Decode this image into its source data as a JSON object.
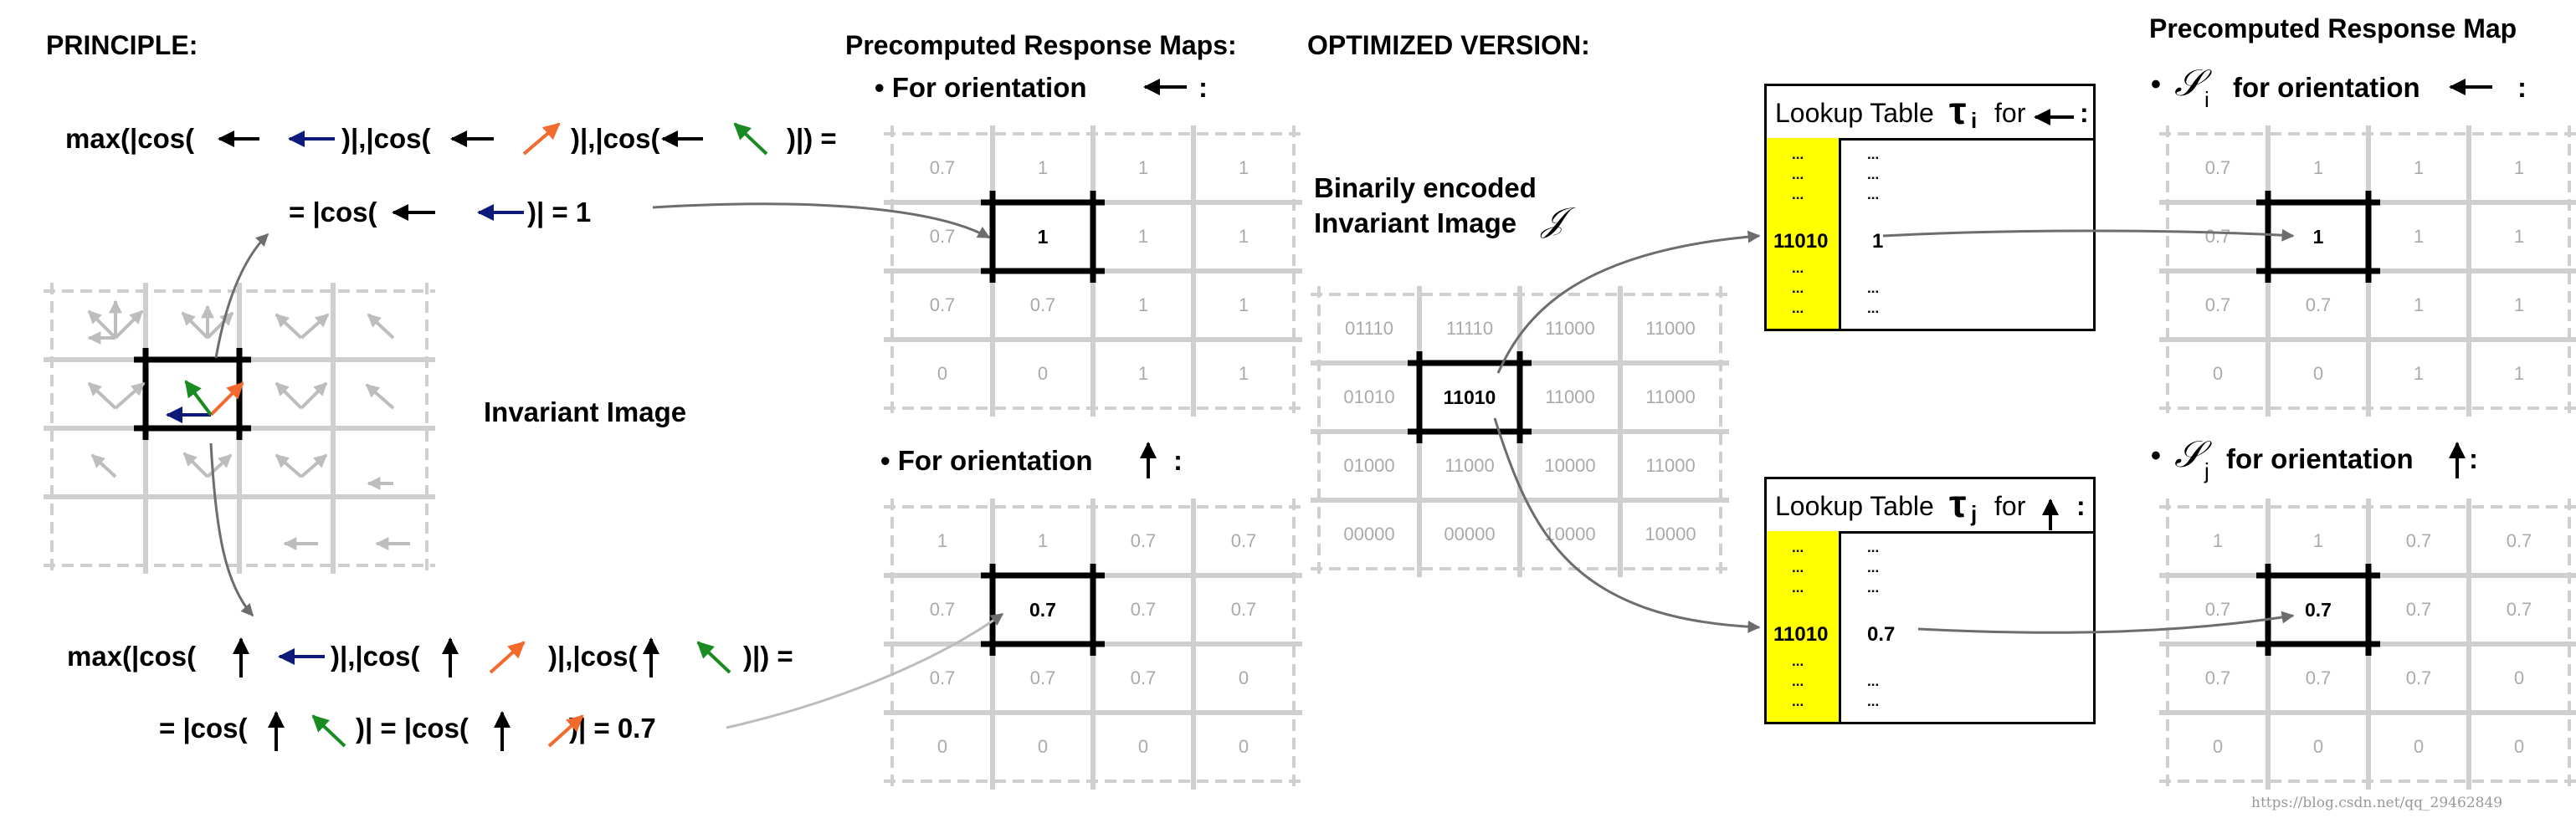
{
  "principle": {
    "title": "PRINCIPLE:",
    "formula1_prefix": "max(|cos(",
    "formula1_mid1": ")|,|cos(",
    "formula1_mid2": ")|,|cos(",
    "formula1_suffix": ")|) =",
    "result1_prefix": "= |cos(",
    "result1_suffix": ")| = 1",
    "invariant_label": "Invariant Image",
    "formula2_prefix": "max(|cos(",
    "formula2_mid1": ")|,|cos(",
    "formula2_mid2": ")|,|cos(",
    "formula2_suffix": ")|) =",
    "result2_prefix": "= |cos(",
    "result2_mid": ")| = |cos(",
    "result2_suffix": ")| = 0.7",
    "dash": "-"
  },
  "response_maps": {
    "title": "Precomputed Response Maps:",
    "left_title": "Precomputed Response Map",
    "orient_label": "• For orientation",
    "colon": ":",
    "map_left": [
      [
        "0.7",
        "1",
        "1",
        "1"
      ],
      [
        "0.7",
        "1",
        "1",
        "1"
      ],
      [
        "0.7",
        "0.7",
        "1",
        "1"
      ],
      [
        "0",
        "0",
        "1",
        "1"
      ]
    ],
    "map_up": [
      [
        "1",
        "1",
        "0.7",
        "0.7"
      ],
      [
        "0.7",
        "0.7",
        "0.7",
        "0.7"
      ],
      [
        "0.7",
        "0.7",
        "0.7",
        "0"
      ],
      [
        "0",
        "0",
        "0",
        "0"
      ]
    ]
  },
  "optimized": {
    "title": "OPTIMIZED VERSION:",
    "encoded_line1": "Binarily encoded",
    "encoded_line2": "Invariant Image",
    "encoded_symbol": "𝒥",
    "grid": [
      [
        "01110",
        "11110",
        "11000",
        "11000"
      ],
      [
        "01010",
        "11010",
        "11000",
        "11000"
      ],
      [
        "01000",
        "11000",
        "10000",
        "11000"
      ],
      [
        "00000",
        "00000",
        "10000",
        "10000"
      ]
    ],
    "si_label": "𝒮",
    "si_sub": "i",
    "sj_sub": "j",
    "for_orientation": "for orientation"
  },
  "lut": {
    "title": "Lookup Table",
    "tau": "τ",
    "sub_i": "i",
    "sub_j": "j",
    "for": "for",
    "colon": ":",
    "dots": "...",
    "key": "11010",
    "value_i": "1",
    "value_j": "0.7"
  },
  "watermark": "https://blog.csdn.net/qq_29462849",
  "colors": {
    "navy": "#0d1a7a",
    "orange": "#f26a2e",
    "green": "#1a8a22",
    "lut_key": "#ffff00",
    "grid": "#cfcfcf"
  }
}
